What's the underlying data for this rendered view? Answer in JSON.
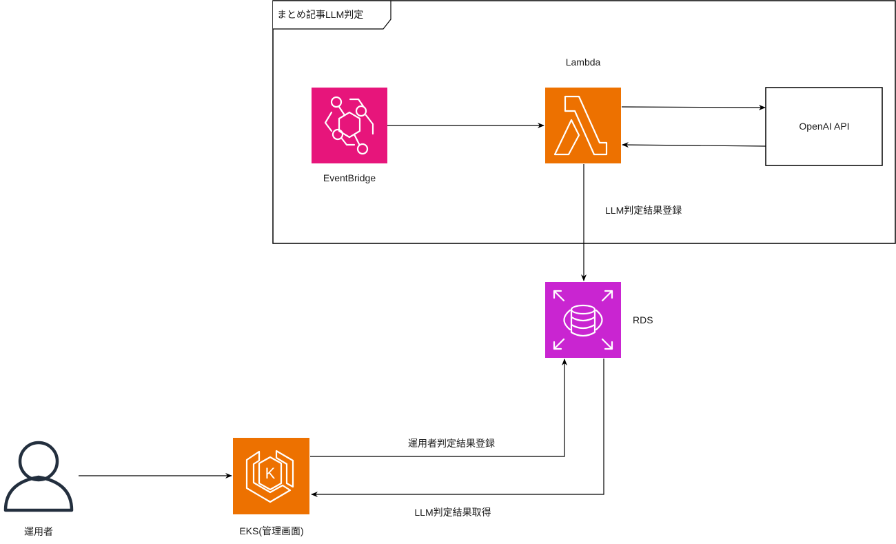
{
  "group": {
    "title": "まとめ記事LLM判定"
  },
  "nodes": {
    "eventbridge": {
      "label": "EventBridge",
      "color": "#E7157B",
      "icon": "eventbridge-icon"
    },
    "lambda": {
      "label": "Lambda",
      "color": "#ED7100",
      "icon": "lambda-icon"
    },
    "openai": {
      "label": "OpenAI API"
    },
    "rds": {
      "label": "RDS",
      "color": "#C925D1",
      "icon": "rds-icon"
    },
    "eks": {
      "label": "EKS(管理画面)",
      "color": "#ED7100",
      "icon": "eks-icon"
    },
    "operator": {
      "label": "運用者",
      "color": "#232F3E",
      "icon": "user-icon"
    }
  },
  "edges": [
    {
      "from": "eventbridge",
      "to": "lambda",
      "label": ""
    },
    {
      "from": "lambda",
      "to": "openai",
      "label": ""
    },
    {
      "from": "openai",
      "to": "lambda",
      "label": ""
    },
    {
      "from": "lambda",
      "to": "rds",
      "label": "LLM判定結果登録"
    },
    {
      "from": "operator",
      "to": "eks",
      "label": ""
    },
    {
      "from": "eks",
      "to": "rds",
      "label": "運用者判定結果登録"
    },
    {
      "from": "rds",
      "to": "eks",
      "label": "LLM判定結果取得"
    }
  ]
}
